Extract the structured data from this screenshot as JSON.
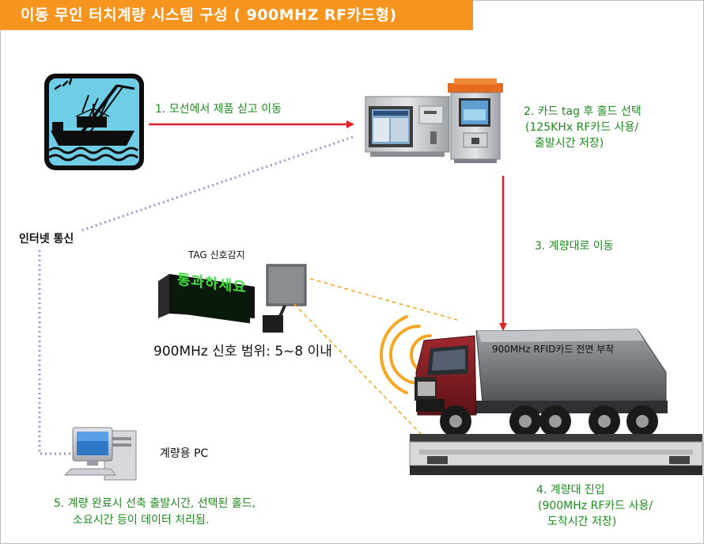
{
  "title": "이동 무인 터치계량 시스템 구성 ( 900MHZ  RF카드형)",
  "steps": {
    "step1": "1. 모선에서 제품 싣고 이동",
    "step2_line1": "2. 카드 tag 후 홀드 선택",
    "step2_line2": "(125KHx RF카드 사용/",
    "step2_line3": "출발시간 저장)",
    "step3": "3. 계량대로 이동",
    "step4_line1": "4. 계량대 진입",
    "step4_line2": "(900MHz RF카드 사용/",
    "step4_line3": "도착시간 저장)",
    "step5_line1": "5. 계량 완료시 선축 출발시간, 선택된 홀드,",
    "step5_line2": "소요시간 등이 데이터 처리됨."
  },
  "labels": {
    "internet": "인터넷 통신",
    "tag_sensing": "TAG 신호감지",
    "display_text": "통과하세요",
    "range": "900MHz 신호 범위: 5~8 이내",
    "rfid_attach": "900MHz RFID카드 전면 부착",
    "pc": "계량용 PC"
  },
  "colors": {
    "title_bg": "#f7941d",
    "arrow": "#e0202a",
    "step_text": "#1f8a1f",
    "link": "#a08fd0",
    "signal": "#f5a623"
  }
}
